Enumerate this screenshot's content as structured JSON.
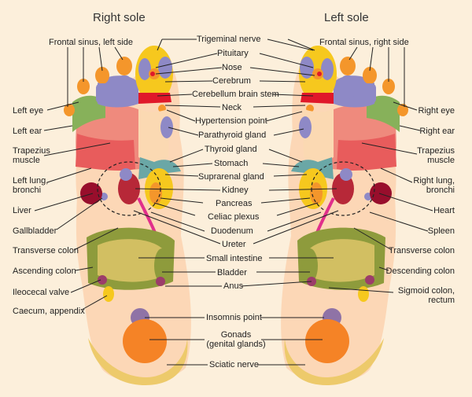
{
  "titles": {
    "right": "Right sole",
    "left": "Left sole"
  },
  "labels": {
    "trigeminal": "Trigeminal nerve",
    "pituitary": "Pituitary",
    "nose": "Nose",
    "cerebrum": "Cerebrum",
    "cerebellum": "Cerebellum brain stem",
    "neck": "Neck",
    "hypertension": "Hypertension point",
    "parathyroid": "Parathyroid gland",
    "thyroid": "Thyroid gland",
    "stomach": "Stomach",
    "suprarenal": "Suprarenal gland",
    "kidney": "Kidney",
    "pancreas": "Pancreas",
    "celiac": "Celiac plexus",
    "duodenum": "Duodenum",
    "ureter": "Ureter",
    "small_intestine": "Small intestine",
    "bladder": "Bladder",
    "anus": "Anus",
    "insomnia": "Insomnis point",
    "gonads_1": "Gonads",
    "gonads_2": "(genital glands)",
    "sciatic": "Sciatic nerve",
    "frontal_left": "Frontal sinus, left side",
    "left_eye": "Left eye",
    "left_ear": "Left ear",
    "trapezius_l1": "Trapezius",
    "trapezius_l2": "muscle",
    "left_lung_1": "Left lung,",
    "left_lung_2": "bronchi",
    "liver": "Liver",
    "gallbladder": "Gallbladder",
    "transverse_l": "Transverse colon",
    "ascending": "Ascending colon",
    "ileocecal": "Ileocecal valve",
    "caecum": "Caecum, appendix",
    "frontal_right": "Frontal sinus, right side",
    "right_eye": "Right eye",
    "right_ear": "Right ear",
    "trapezius_r1": "Trapezius",
    "trapezius_r2": "muscle",
    "right_lung_1": "Right lung,",
    "right_lung_2": "bronchi",
    "heart": "Heart",
    "spleen": "Spleen",
    "transverse_r": "Transverse colon",
    "descending": "Descending colon",
    "sigmoid_1": "Sigmoid colon,",
    "sigmoid_2": "rectum"
  },
  "colors": {
    "background": "#fcefdb",
    "sole": "#fcd7b6",
    "heel": "#f1c67e",
    "toe_orange": "#f4962b",
    "eye_ear_green": "#87b15a",
    "head_violet": "#8e89c6",
    "lung_red": "#e85c5c",
    "upper_red": "#ef8a7d",
    "neck_red": "#e0182a",
    "thyroid_teal": "#6aa7a6",
    "kidney_red": "#b72838",
    "yellow": "#f6c81e",
    "liver_maroon": "#980e2c",
    "intestine_olive": "#8e9b3c",
    "intestine_khaki": "#d2bf62",
    "bladder_purple": "#9c3d6a",
    "ureter_pink": "#e12f8b",
    "gonads_orange": "#f58326",
    "insomnia_violet": "#8f73a6",
    "sciatic_gold": "#edca6b"
  }
}
